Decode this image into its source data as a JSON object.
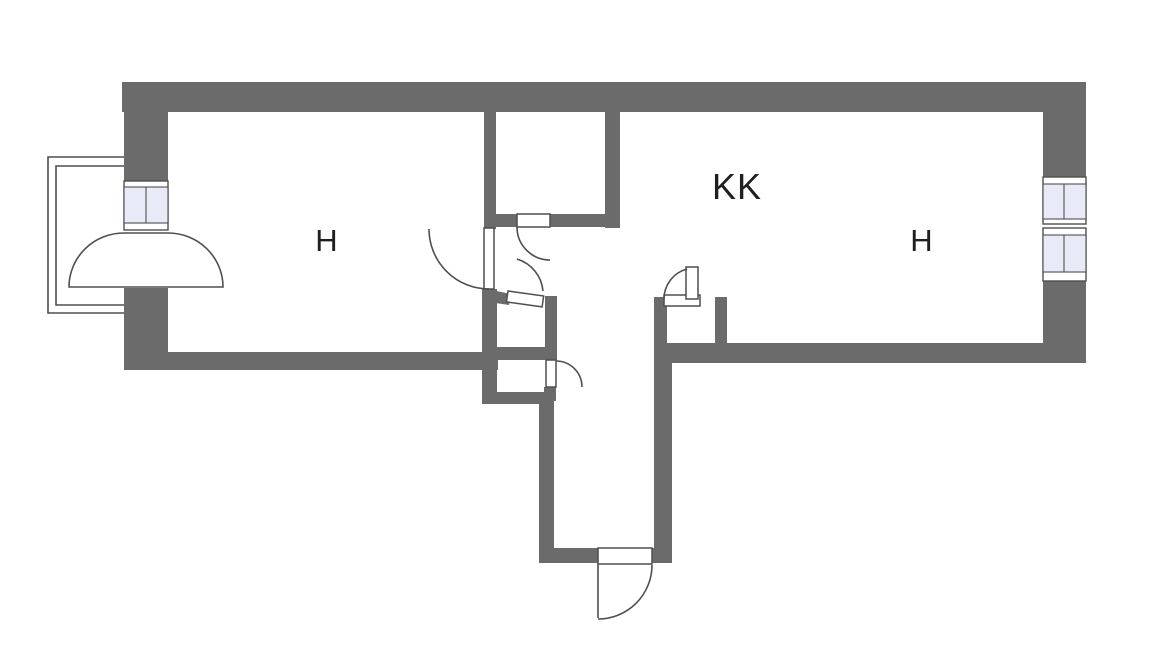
{
  "plan": {
    "type": "floor-plan",
    "rooms": [
      {
        "name": "room-left",
        "label": "H"
      },
      {
        "name": "kitchen",
        "label": "KK"
      },
      {
        "name": "room-right",
        "label": "H"
      }
    ],
    "colors": {
      "background": "#ffffff",
      "wall": "#6b6b6b",
      "window_pane": "#e9eaf7",
      "line": "#4f4f4f",
      "label_text": "#1f1f1f"
    },
    "elements": {
      "balcony": "balcony",
      "windows": [
        "left-window",
        "right-window-upper",
        "right-window-lower"
      ],
      "doors": [
        "balcony-door",
        "room-left-door",
        "wc-door",
        "closet-door",
        "niche-door",
        "kitchen-door",
        "entrance-door"
      ]
    }
  }
}
